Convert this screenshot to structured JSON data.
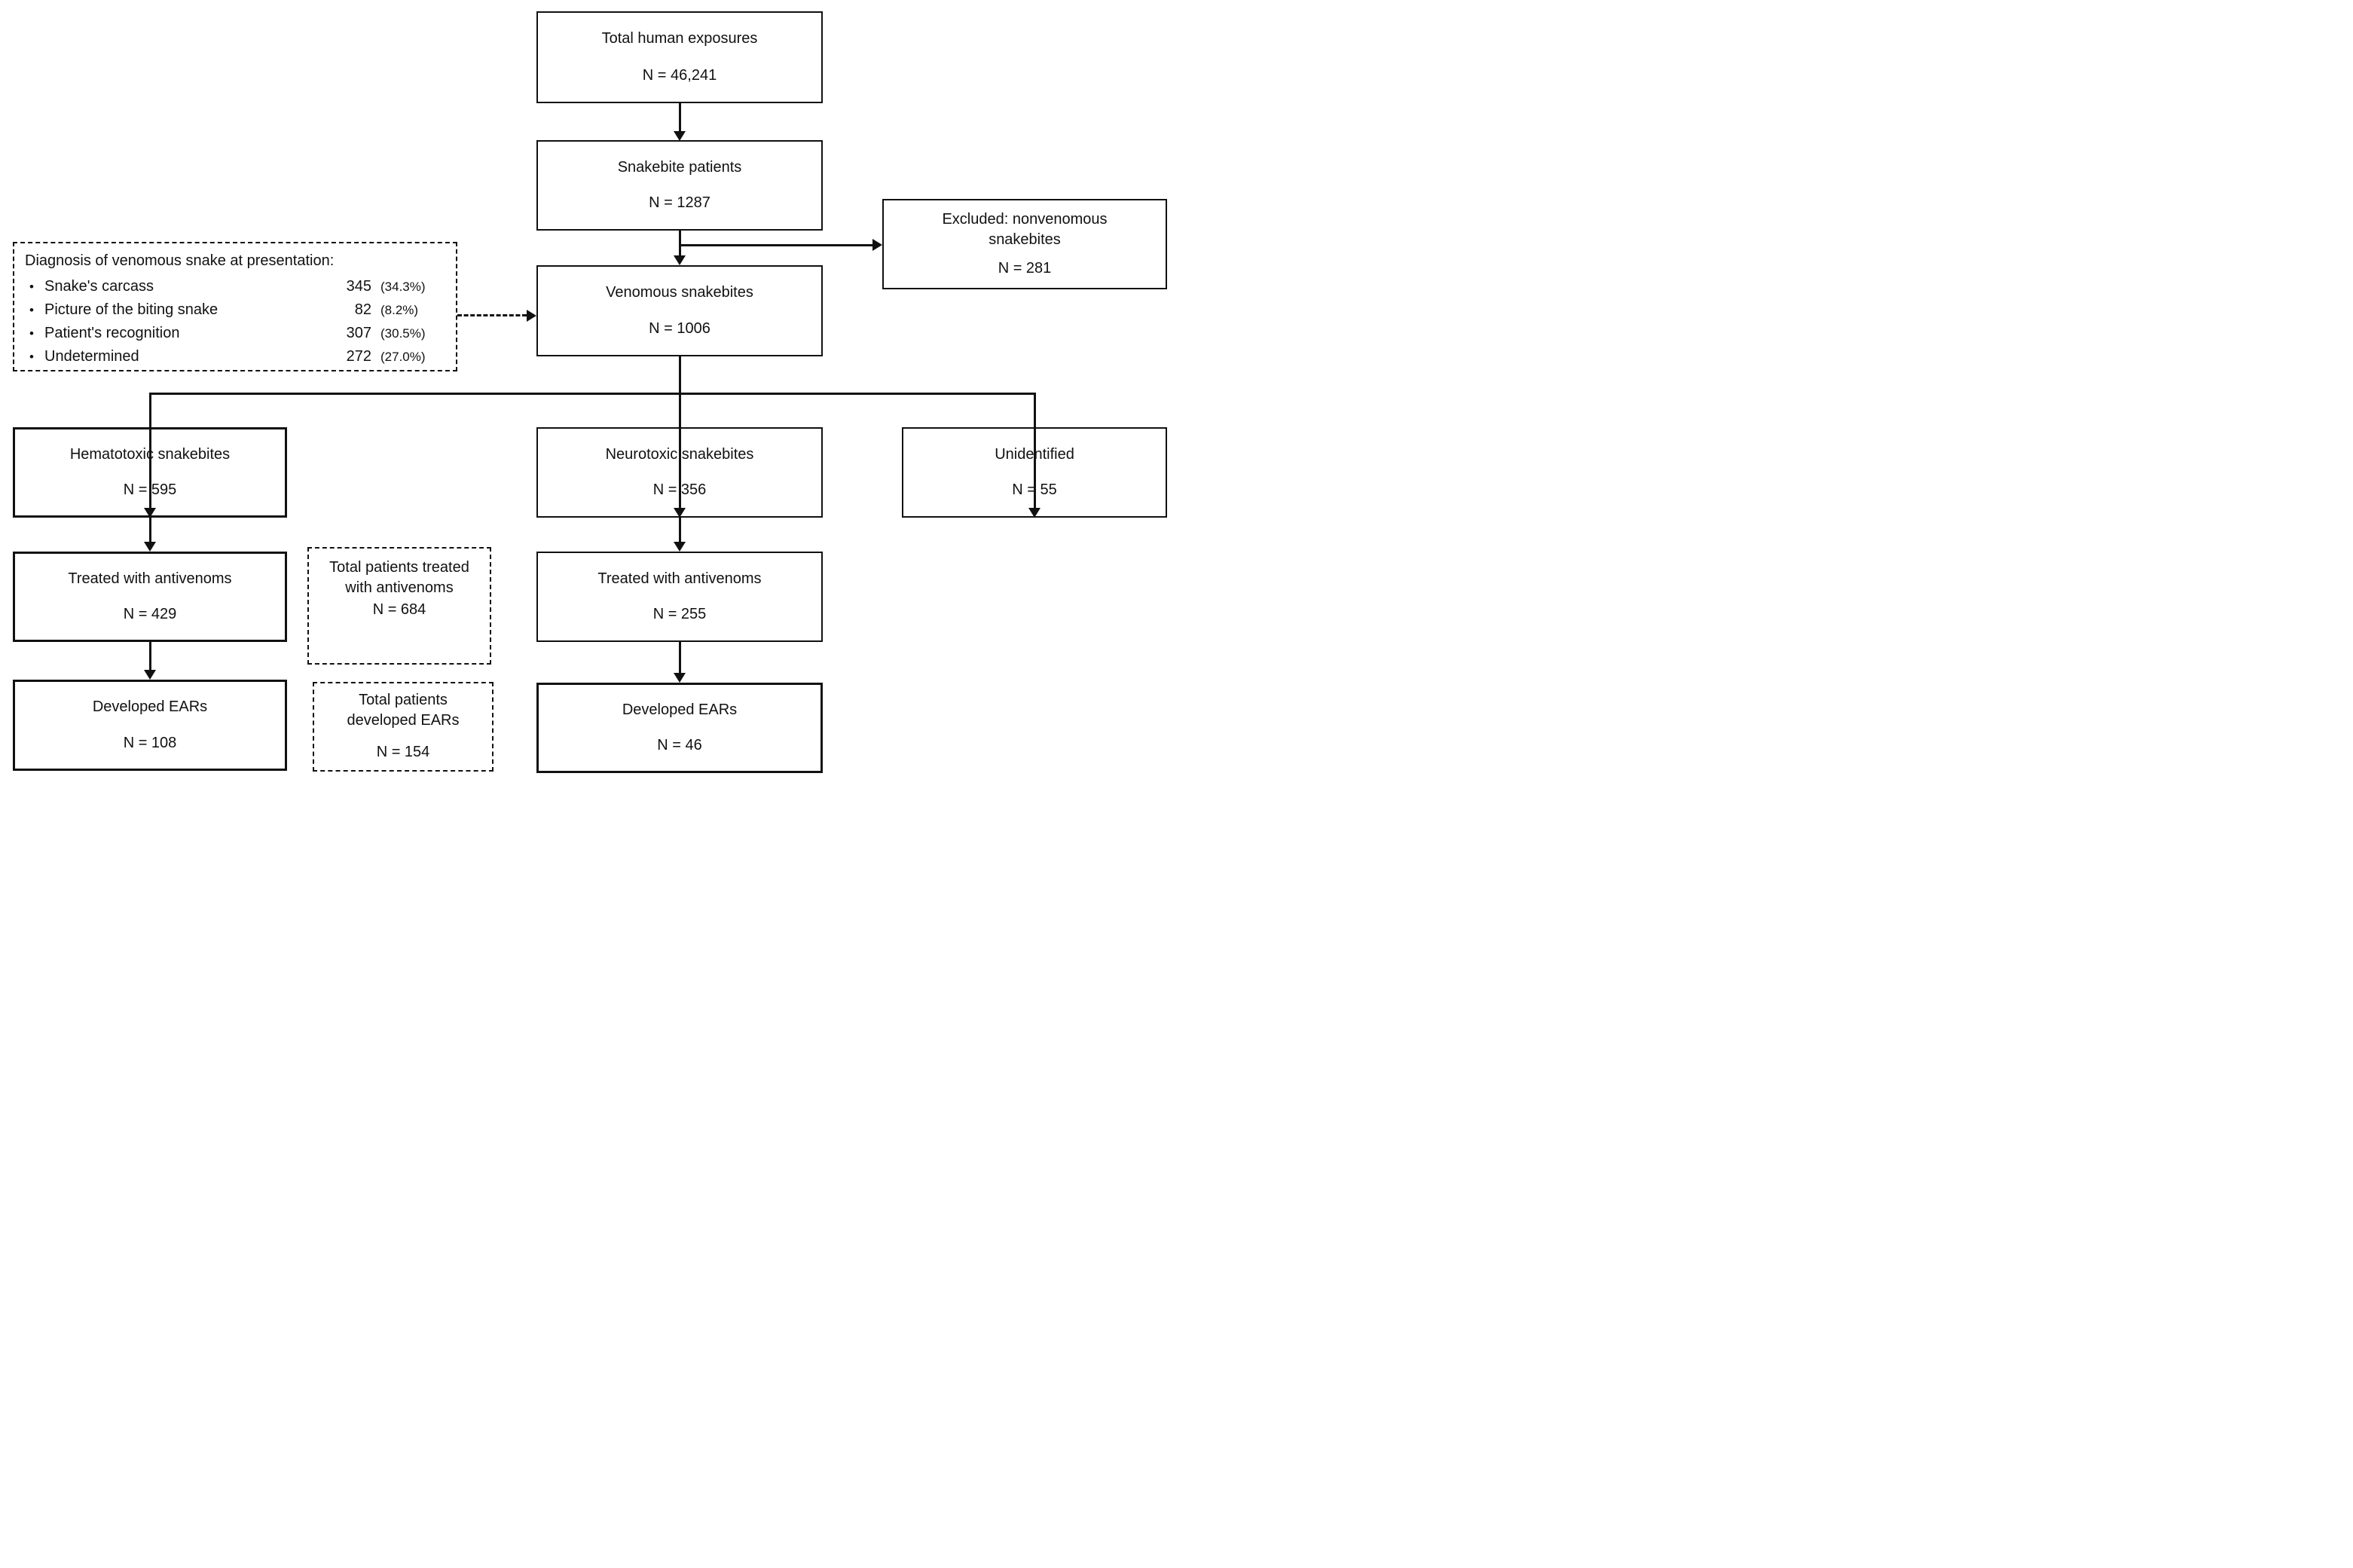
{
  "nodes": {
    "total_exposures": {
      "label": "Total human exposures",
      "n": "N = 46,241"
    },
    "snakebite_patients": {
      "label": "Snakebite patients",
      "n": "N = 1287"
    },
    "excluded": {
      "label": "Excluded: nonvenomous snakebites",
      "n": "N = 281"
    },
    "venomous": {
      "label": "Venomous snakebites",
      "n": "N = 1006"
    },
    "hematotoxic": {
      "label": "Hematotoxic snakebites",
      "n": "N = 595"
    },
    "neurotoxic": {
      "label": "Neurotoxic snakebites",
      "n": "N = 356"
    },
    "unidentified": {
      "label": "Unidentified",
      "n": "N = 55"
    },
    "treated_hematotoxic": {
      "label": "Treated with antivenoms",
      "n": "N = 429"
    },
    "treated_neurotoxic": {
      "label": "Treated with antivenoms",
      "n": "N = 255"
    },
    "developed_ears_hematotoxic": {
      "label": "Developed EARs",
      "n": "N = 108"
    },
    "developed_ears_neurotoxic": {
      "label": "Developed EARs",
      "n": "N = 46"
    },
    "total_treated": {
      "label": "Total patients treated with antivenoms",
      "n": "N = 684"
    },
    "total_ears": {
      "label": "Total patients developed EARs",
      "n": "N = 154"
    }
  },
  "diagnosis_box": {
    "title": "Diagnosis of venomous snake at presentation:",
    "items": [
      {
        "bullet": "•",
        "label": "Snake's carcass",
        "count": "345",
        "percent": "(34.3%)"
      },
      {
        "bullet": "•",
        "label": "Picture of the biting snake",
        "count": "82",
        "percent": "(8.2%)"
      },
      {
        "bullet": "•",
        "label": "Patient's recognition",
        "count": "307",
        "percent": "(30.5%)"
      },
      {
        "bullet": "•",
        "label": "Undetermined",
        "count": "272",
        "percent": "(27.0%)"
      }
    ]
  }
}
